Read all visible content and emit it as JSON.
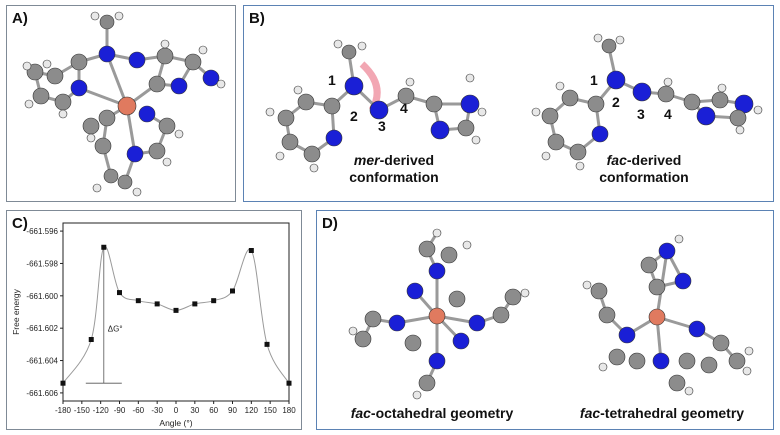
{
  "panels": {
    "a": {
      "label": "A)"
    },
    "b": {
      "label": "B)",
      "mer_caption_em": "mer",
      "mer_caption_rest": "-derived",
      "mer_caption_line2": "conformation",
      "fac_caption_em": "fac",
      "fac_caption_rest": "-derived",
      "fac_caption_line2": "conformation",
      "mer_numbers": [
        "1",
        "2",
        "3",
        "4"
      ],
      "fac_numbers": [
        "1",
        "2",
        "3",
        "4"
      ]
    },
    "c": {
      "label": "C)"
    },
    "d": {
      "label": "D)",
      "left_caption_em": "fac",
      "left_caption_rest": "-octahedral geometry",
      "right_caption_em": "fac",
      "right_caption_rest": "-tetrahedral geometry"
    }
  },
  "colors": {
    "nitrogen": "#1a1fd6",
    "carbon": "#8c8c8c",
    "hydrogen": "#e8e8e8",
    "copper": "#e07a5f",
    "bond": "#9a9a9a",
    "arc": "#f2a7b3"
  },
  "chart_data": {
    "type": "scatter",
    "xlabel": "Angle (°)",
    "ylabel": "Free energy",
    "annotation": "ΔG°",
    "x_ticks": [
      "-180",
      "-150",
      "-120",
      "-90",
      "-60",
      "-30",
      "0",
      "30",
      "60",
      "90",
      "120",
      "150",
      "180"
    ],
    "y_ticks": [
      "-661.596",
      "-661.598",
      "-661.600",
      "-661.602",
      "-661.604",
      "-661.606"
    ],
    "xlim": [
      -180,
      180
    ],
    "ylim": [
      -661.6065,
      -661.5955
    ],
    "x": [
      -180,
      -135,
      -115,
      -90,
      -60,
      -30,
      0,
      30,
      60,
      90,
      120,
      145,
      180
    ],
    "y": [
      -661.6054,
      -661.6027,
      -661.597,
      -661.5998,
      -661.6003,
      -661.6005,
      -661.6009,
      -661.6005,
      -661.6003,
      -661.5997,
      -661.5972,
      -661.603,
      -661.6054
    ],
    "grid": false
  }
}
